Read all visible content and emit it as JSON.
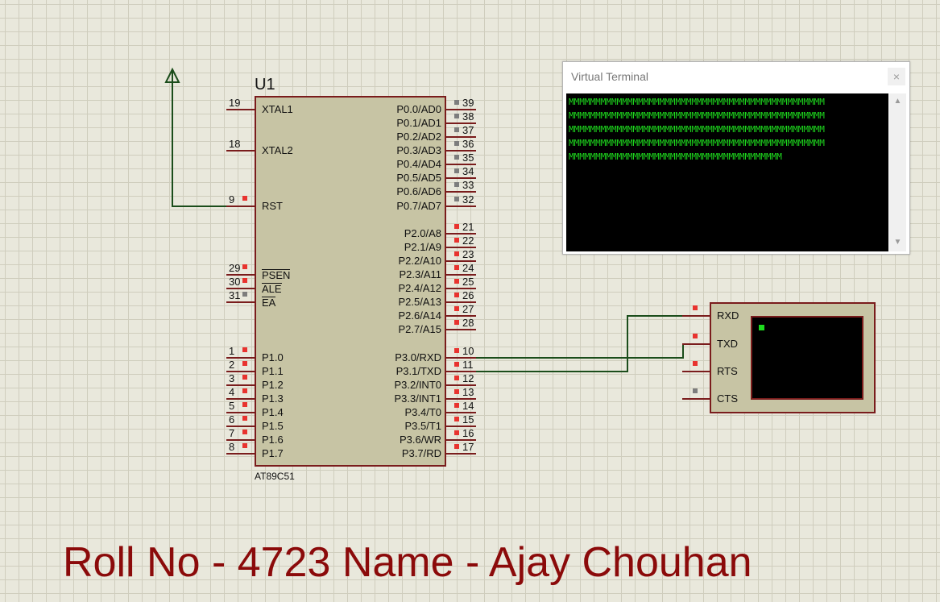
{
  "component": {
    "ref": "U1",
    "part": "AT89C51",
    "left_pins": [
      {
        "num": "19",
        "label": "XTAL1"
      },
      {
        "num": "18",
        "label": "XTAL2"
      },
      {
        "num": "9",
        "label": "RST"
      },
      {
        "num": "29",
        "label": "PSEN"
      },
      {
        "num": "30",
        "label": "ALE"
      },
      {
        "num": "31",
        "label": "EA"
      },
      {
        "num": "1",
        "label": "P1.0"
      },
      {
        "num": "2",
        "label": "P1.1"
      },
      {
        "num": "3",
        "label": "P1.2"
      },
      {
        "num": "4",
        "label": "P1.3"
      },
      {
        "num": "5",
        "label": "P1.4"
      },
      {
        "num": "6",
        "label": "P1.5"
      },
      {
        "num": "7",
        "label": "P1.6"
      },
      {
        "num": "8",
        "label": "P1.7"
      }
    ],
    "right_pins": [
      {
        "num": "39",
        "label": "P0.0/AD0"
      },
      {
        "num": "38",
        "label": "P0.1/AD1"
      },
      {
        "num": "37",
        "label": "P0.2/AD2"
      },
      {
        "num": "36",
        "label": "P0.3/AD3"
      },
      {
        "num": "35",
        "label": "P0.4/AD4"
      },
      {
        "num": "34",
        "label": "P0.5/AD5"
      },
      {
        "num": "33",
        "label": "P0.6/AD6"
      },
      {
        "num": "32",
        "label": "P0.7/AD7"
      },
      {
        "num": "21",
        "label": "P2.0/A8"
      },
      {
        "num": "22",
        "label": "P2.1/A9"
      },
      {
        "num": "23",
        "label": "P2.2/A10"
      },
      {
        "num": "24",
        "label": "P2.3/A11"
      },
      {
        "num": "25",
        "label": "P2.4/A12"
      },
      {
        "num": "26",
        "label": "P2.5/A13"
      },
      {
        "num": "27",
        "label": "P2.6/A14"
      },
      {
        "num": "28",
        "label": "P2.7/A15"
      },
      {
        "num": "10",
        "label": "P3.0/RXD"
      },
      {
        "num": "11",
        "label": "P3.1/TXD"
      },
      {
        "num": "12",
        "label": "P3.2/INT0"
      },
      {
        "num": "13",
        "label": "P3.3/INT1"
      },
      {
        "num": "14",
        "label": "P3.4/T0"
      },
      {
        "num": "15",
        "label": "P3.5/T1"
      },
      {
        "num": "16",
        "label": "P3.6/WR"
      },
      {
        "num": "17",
        "label": "P3.7/RD"
      }
    ]
  },
  "virtual_terminal": {
    "title": "Virtual Terminal",
    "close": "×",
    "lines": [
      "MMMMMMMMMMMMMMMMMMMMMMMMMMMMMMMMMMMMMMMMMMMMMMMM",
      "MMMMMMMMMMMMMMMMMMMMMMMMMMMMMMMMMMMMMMMMMMMMMMMM",
      "MMMMMMMMMMMMMMMMMMMMMMMMMMMMMMMMMMMMMMMMMMMMMMMM",
      "MMMMMMMMMMMMMMMMMMMMMMMMMMMMMMMMMMMMMMMMMMMMMMMM",
      "MMMMMMMMMMMMMMMMMMMMMMMMMMMMMMMMMMMMMMMM"
    ]
  },
  "terminal_component": {
    "pins": [
      "RXD",
      "TXD",
      "RTS",
      "CTS"
    ]
  },
  "footer": "Roll No - 4723 Name - Ajay Chouhan",
  "colors": {
    "wire": "#1b4d1b",
    "pin_stub": "#7a1c1c",
    "footer_text": "#8b0a0a",
    "terminal_text": "#1edc1e"
  }
}
